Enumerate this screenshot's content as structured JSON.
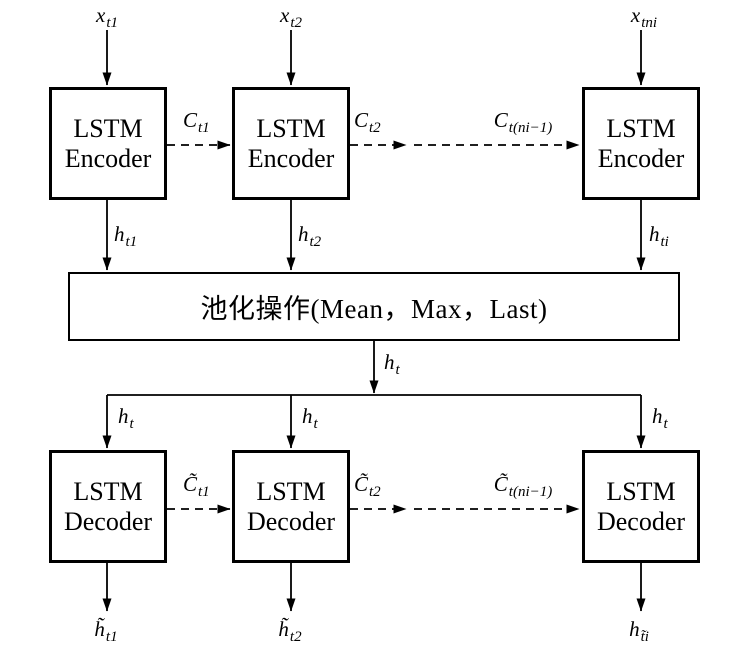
{
  "figure": {
    "description_colors": {
      "ink": "#000000",
      "background": "#ffffff"
    },
    "boxes": {
      "encoder": {
        "line1": "LSTM",
        "line2": "Encoder"
      },
      "decoder": {
        "line1": "LSTM",
        "line2": "Decoder"
      },
      "pooling": "池化操作(Mean，Max，Last)"
    },
    "labels": {
      "x_t1": {
        "base": "x",
        "sub": "t1"
      },
      "x_t2": {
        "base": "x",
        "sub": "t2"
      },
      "x_tni": {
        "base": "x",
        "sub": "tni"
      },
      "C_t1": {
        "base": "C",
        "sub": "t1"
      },
      "C_t2": {
        "base": "C",
        "sub": "t2"
      },
      "C_tni1": {
        "base": "C",
        "sub": "t(ni−1)"
      },
      "h_t1": {
        "base": "h",
        "sub": "t1"
      },
      "h_t2": {
        "base": "h",
        "sub": "t2"
      },
      "h_ti": {
        "base": "h",
        "sub": "ti"
      },
      "h_t": {
        "base": "h",
        "sub": "t"
      },
      "Ct_t1": {
        "base": "C̃",
        "sub": "t1"
      },
      "Ct_t2": {
        "base": "C̃",
        "sub": "t2"
      },
      "Ct_tni1": {
        "base": "C̃",
        "sub": "t(ni−1)"
      },
      "ht_t1": {
        "base": "h̃",
        "sub": "t1"
      },
      "ht_t2": {
        "base": "h̃",
        "sub": "t2"
      },
      "ht_ti": {
        "base": "h",
        "sub": "t̃i"
      }
    }
  }
}
